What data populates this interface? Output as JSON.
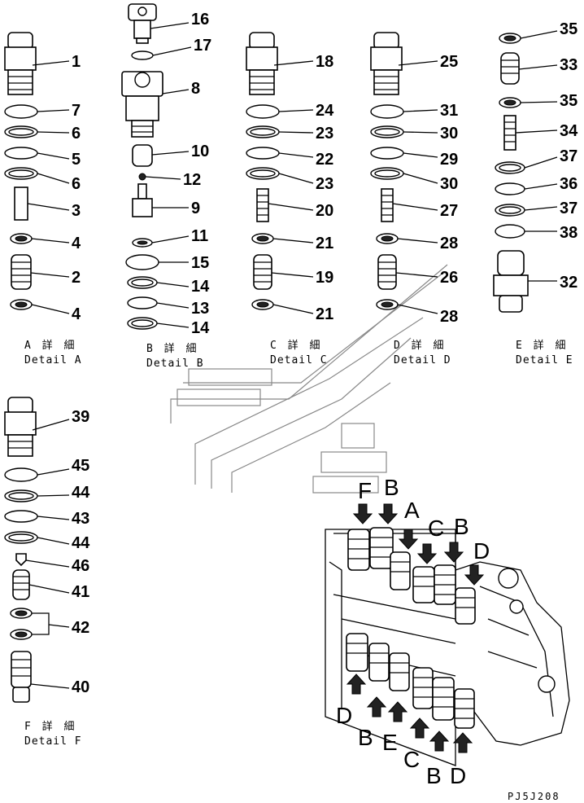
{
  "callouts": [
    {
      "id": "a1",
      "label": "1"
    },
    {
      "id": "a7",
      "label": "7"
    },
    {
      "id": "a6a",
      "label": "6"
    },
    {
      "id": "a5",
      "label": "5"
    },
    {
      "id": "a6b",
      "label": "6"
    },
    {
      "id": "a3",
      "label": "3"
    },
    {
      "id": "a4a",
      "label": "4"
    },
    {
      "id": "a2",
      "label": "2"
    },
    {
      "id": "a4b",
      "label": "4"
    },
    {
      "id": "b16",
      "label": "16"
    },
    {
      "id": "b17",
      "label": "17"
    },
    {
      "id": "b8",
      "label": "8"
    },
    {
      "id": "b10",
      "label": "10"
    },
    {
      "id": "b12",
      "label": "12"
    },
    {
      "id": "b9",
      "label": "9"
    },
    {
      "id": "b11",
      "label": "11"
    },
    {
      "id": "b15",
      "label": "15"
    },
    {
      "id": "b14a",
      "label": "14"
    },
    {
      "id": "b13",
      "label": "13"
    },
    {
      "id": "b14b",
      "label": "14"
    },
    {
      "id": "c18",
      "label": "18"
    },
    {
      "id": "c24",
      "label": "24"
    },
    {
      "id": "c23a",
      "label": "23"
    },
    {
      "id": "c22",
      "label": "22"
    },
    {
      "id": "c23b",
      "label": "23"
    },
    {
      "id": "c20",
      "label": "20"
    },
    {
      "id": "c21a",
      "label": "21"
    },
    {
      "id": "c19",
      "label": "19"
    },
    {
      "id": "c21b",
      "label": "21"
    },
    {
      "id": "d25",
      "label": "25"
    },
    {
      "id": "d31",
      "label": "31"
    },
    {
      "id": "d30a",
      "label": "30"
    },
    {
      "id": "d29",
      "label": "29"
    },
    {
      "id": "d30b",
      "label": "30"
    },
    {
      "id": "d27",
      "label": "27"
    },
    {
      "id": "d28a",
      "label": "28"
    },
    {
      "id": "d26",
      "label": "26"
    },
    {
      "id": "d28b",
      "label": "28"
    },
    {
      "id": "e35a",
      "label": "35"
    },
    {
      "id": "e33",
      "label": "33"
    },
    {
      "id": "e35b",
      "label": "35"
    },
    {
      "id": "e34",
      "label": "34"
    },
    {
      "id": "e37a",
      "label": "37"
    },
    {
      "id": "e36",
      "label": "36"
    },
    {
      "id": "e37b",
      "label": "37"
    },
    {
      "id": "e38",
      "label": "38"
    },
    {
      "id": "e32",
      "label": "32"
    },
    {
      "id": "f39",
      "label": "39"
    },
    {
      "id": "f45",
      "label": "45"
    },
    {
      "id": "f44a",
      "label": "44"
    },
    {
      "id": "f43",
      "label": "43"
    },
    {
      "id": "f44b",
      "label": "44"
    },
    {
      "id": "f46",
      "label": "46"
    },
    {
      "id": "f41",
      "label": "41"
    },
    {
      "id": "f42",
      "label": "42"
    },
    {
      "id": "f40",
      "label": "40"
    }
  ],
  "details": [
    {
      "id": "A",
      "jp": "A 詳 細",
      "en": "Detail A"
    },
    {
      "id": "B",
      "jp": "B 詳 細",
      "en": "Detail B"
    },
    {
      "id": "C",
      "jp": "C 詳 細",
      "en": "Detail C"
    },
    {
      "id": "D",
      "jp": "D 詳 細",
      "en": "Detail D"
    },
    {
      "id": "E",
      "jp": "E 詳 細",
      "en": "Detail E"
    },
    {
      "id": "F",
      "jp": "F 詳 細",
      "en": "Detail F"
    }
  ],
  "view_letters": [
    {
      "id": "t1",
      "label": "F"
    },
    {
      "id": "t2",
      "label": "B"
    },
    {
      "id": "t3",
      "label": "A"
    },
    {
      "id": "t4",
      "label": "C"
    },
    {
      "id": "t5",
      "label": "B"
    },
    {
      "id": "t6",
      "label": "D"
    },
    {
      "id": "b1",
      "label": "D"
    },
    {
      "id": "b2",
      "label": "B"
    },
    {
      "id": "b3",
      "label": "E"
    },
    {
      "id": "b4",
      "label": "C"
    },
    {
      "id": "b5",
      "label": "B"
    },
    {
      "id": "b6",
      "label": "D"
    }
  ],
  "drawing_code": "PJ5J208"
}
